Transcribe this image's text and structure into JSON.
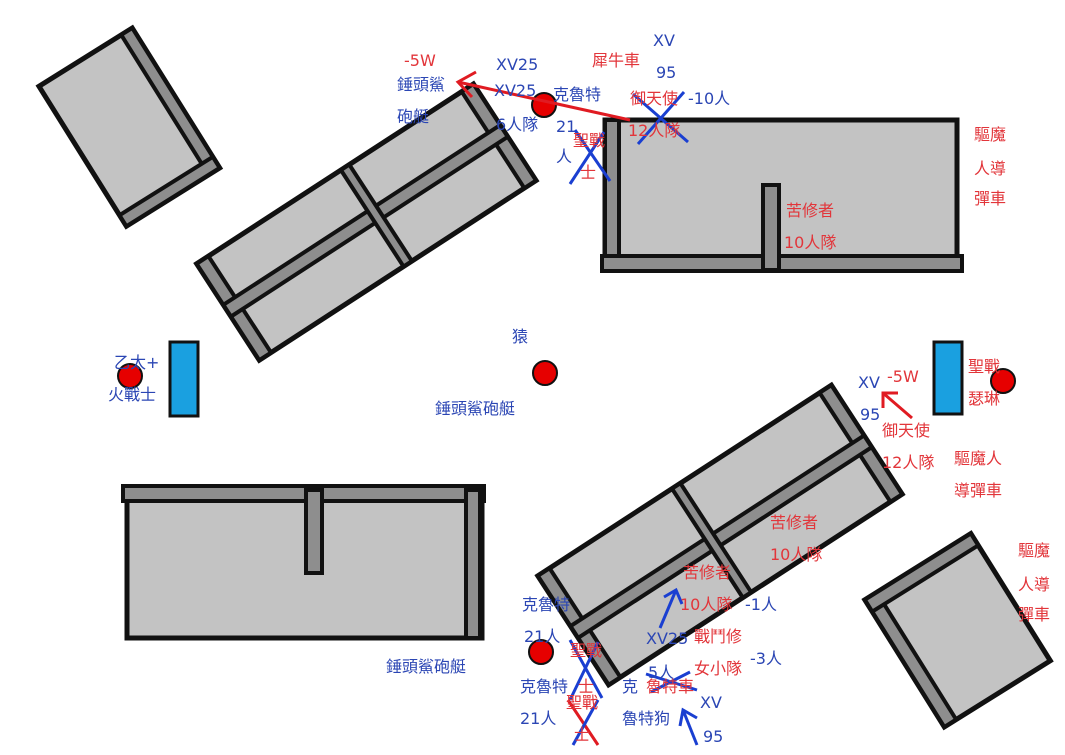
{
  "colors": {
    "red": "#e2353a",
    "blue": "#2b46b4",
    "arrow_red": "#e01b22",
    "arrow_blue": "#1a3fd1",
    "building": "#c3c3c3",
    "wall": "#111111",
    "marker": "#e60000",
    "barricade": "#1aa0e0"
  },
  "labels": {
    "minus5w_top": "-5W",
    "hammerhead_top_1": "錘頭鯊",
    "hammerhead_top_2": "砲艇",
    "xv25_a": "XV25",
    "xv25_b": "XV25",
    "squad6": "6人隊",
    "kroot_top": "克魯特",
    "rhino": "犀牛車",
    "xv95_top_1": "XV",
    "xv95_top_2": "95",
    "crusader_21_1": "21",
    "crusader_21_2": "人",
    "holy_top_1": "聖戰",
    "holy_top_2": "士",
    "seraphim_top": "御天使",
    "minus10": "-10人",
    "squad12_top": "12人隊",
    "exorcist_top_1": "驅魔",
    "exorcist_top_2": "人導",
    "exorcist_top_3": "彈車",
    "repentia_top_1": "苦修者",
    "repentia_top_2": "10人隊",
    "ape": "猿",
    "hammerhead_mid": "錘頭鯊砲艇",
    "ethereal_1": "乙太+",
    "ethereal_2": "火戰士",
    "xv_right": "XV",
    "xv95_right": "95",
    "minus5w_right": "-5W",
    "holy_right": "聖戰",
    "sororitas": "瑟琳",
    "seraphim_right": "御天使",
    "squad12_right": "12人隊",
    "exorcist_right_1": "驅魔人",
    "exorcist_right_2": "導彈車",
    "repentia_mid_1": "苦修者",
    "repentia_mid_2": "10人隊",
    "exorcist_br_1": "驅魔",
    "exorcist_br_2": "人導",
    "exorcist_br_3": "彈車",
    "repentia_low_1": "苦修者",
    "repentia_low_2": "10人隊",
    "minus1": "-1人",
    "xv25_low": "XV25",
    "battle_sister": "戰鬥修",
    "squad5": "5人",
    "girl_squad": "女小隊",
    "minus3": "-3人",
    "kroot_low": "克魯特",
    "kroot21": "21人",
    "holy_low": "聖戰",
    "kroot_low2": "克魯特",
    "bang": "士",
    "kroot21_low": "21人",
    "holy_low2": "聖戰",
    "holy_low2b": "士",
    "kroot_dog_1": "克",
    "kroot_dog_2": "魯特狗",
    "vehicle_char": "魯特車",
    "xv_low": "XV",
    "xv95_low": "95",
    "hammerhead_bl": "錘頭鯊砲艇"
  }
}
